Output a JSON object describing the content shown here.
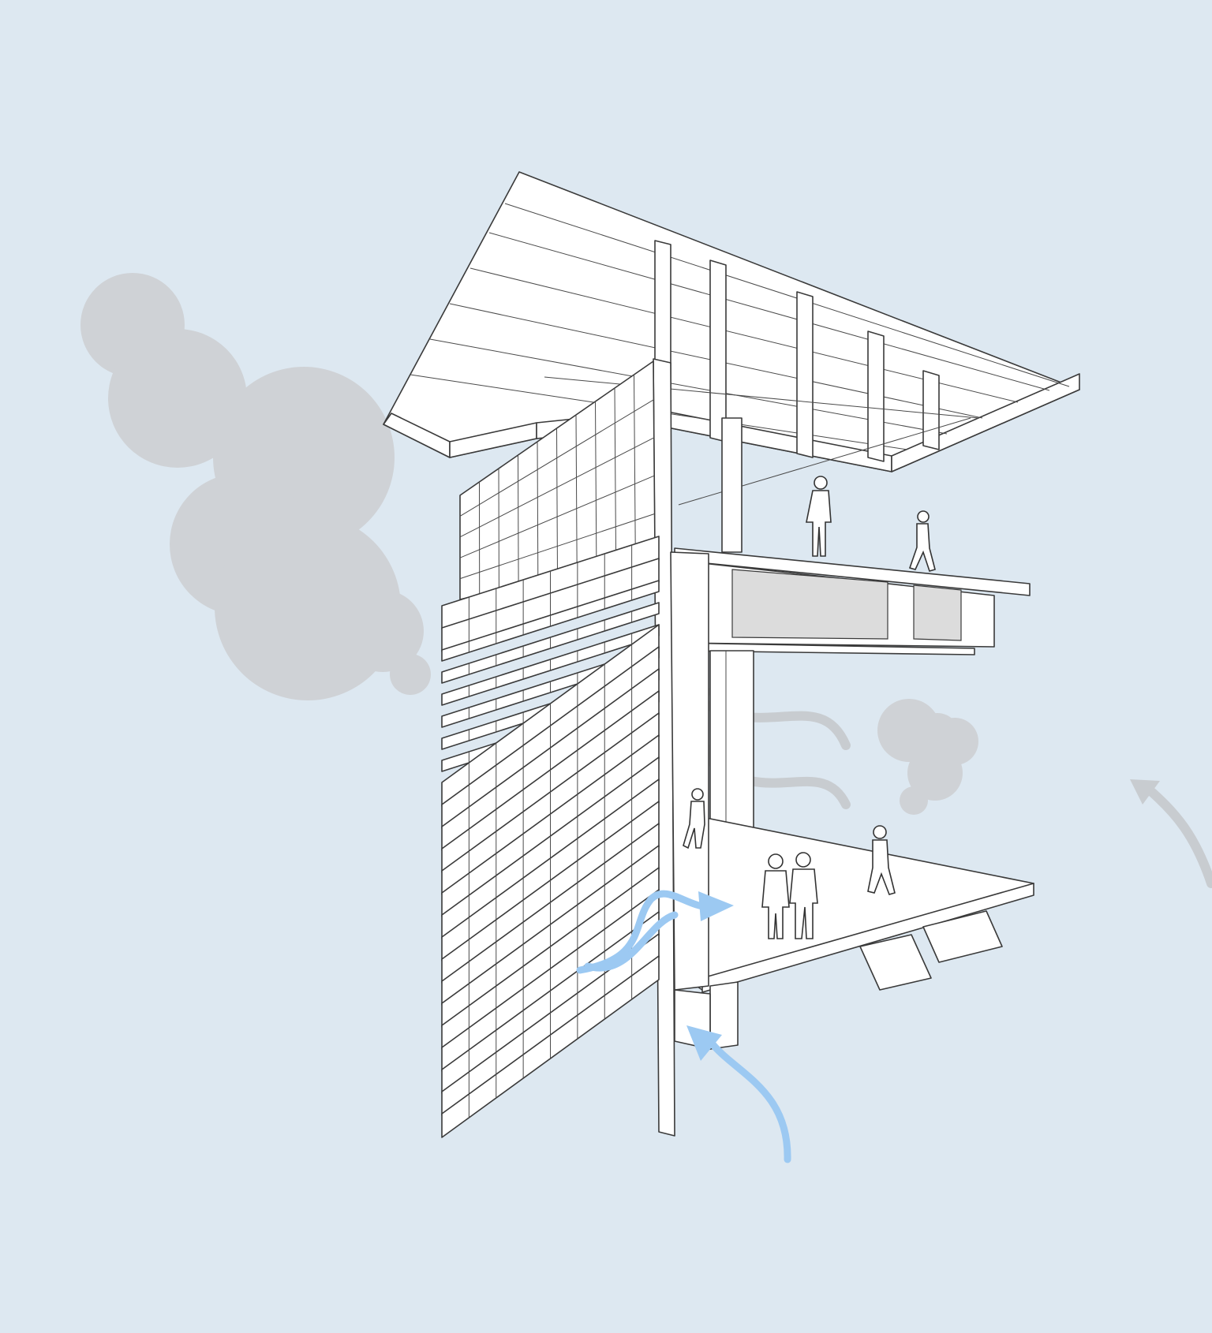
{
  "diagram": {
    "background": "#dde8f1",
    "colors": {
      "smoke": "#cfd2d6",
      "airflow_fresh": "#9cc9f2",
      "airflow_exhaust": "#c8ccd0",
      "structure_fill": "#ffffff",
      "structure_line": "#3a3a3a",
      "slab_void": "#dcdcdc"
    },
    "elements": [
      "pitched-roof",
      "upper-floor-slab",
      "lower-floor-slab",
      "central-column",
      "louvered-facade",
      "smoke-cloud-left",
      "smoke-cloud-right",
      "fresh-air-arrows",
      "exhaust-air-arrows",
      "people-figures"
    ]
  }
}
